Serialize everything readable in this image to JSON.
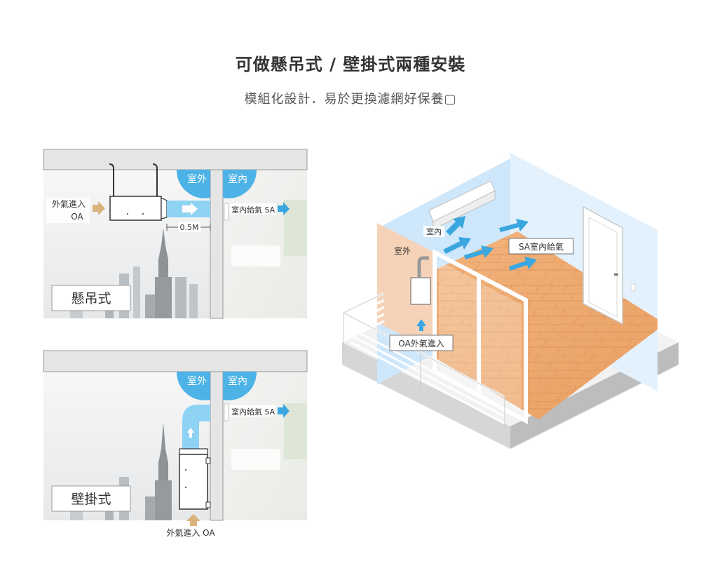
{
  "title": "可做懸吊式 / 壁掛式兩種安裝",
  "subtitle": "模組化設計．易於更換濾網好保養▢",
  "panels": [
    {
      "name": "懸吊式",
      "outdoor": "室外",
      "indoor": "室內",
      "oa_label_line1": "外氣進入",
      "oa_label_line2": "OA",
      "sa_label": "室內給氣 SA",
      "distance": "0.5M"
    },
    {
      "name": "壁掛式",
      "outdoor": "室外",
      "indoor": "室內",
      "sa_label": "室內給氣 SA",
      "oa_label": "外氣進入 OA"
    }
  ],
  "room": {
    "indoor": "室內",
    "outdoor": "室外",
    "sa_label": "SA室內給氣",
    "oa_label": "OA外氣進入"
  },
  "colors": {
    "duct_blue": "#8fd3f4",
    "arrow_blue": "#3aa7e0",
    "arrow_tan": "#d9b37c",
    "wall_gray": "#e5e5e5",
    "room_wall_blue": "#cfe7fb",
    "room_wall_peach": "#f6d3b8",
    "floor": "#efaa70"
  }
}
